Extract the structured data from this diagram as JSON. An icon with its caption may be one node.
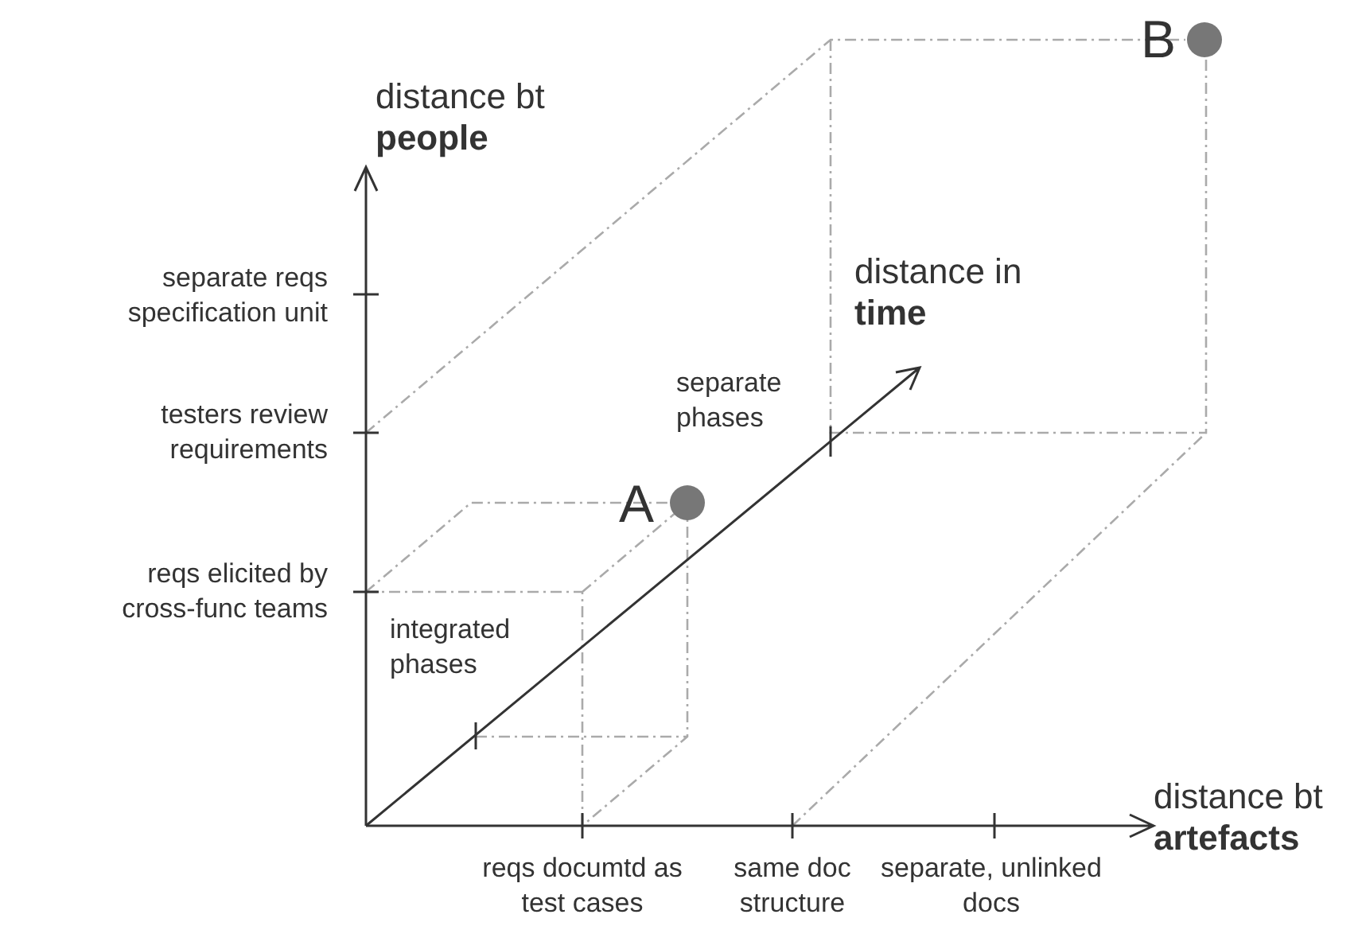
{
  "diagram": {
    "nodes": [
      {
        "text": [],
        "shape": "circle",
        "beside": [
          "B"
        ]
      },
      {
        "text": [],
        "shape": "circle",
        "beside": [
          "A"
        ]
      }
    ],
    "labels": [
      "distance bt **people**",
      "separate reqs specification unit",
      "distance in **time**",
      "testers review requirements",
      "separate phases",
      "reqs elicited by cross-func teams",
      "integrated phases",
      "distance bt **artefacts**",
      "reqs documtd as test cases",
      "same doc structure",
      "separate, unlinked docs"
    ]
  }
}
